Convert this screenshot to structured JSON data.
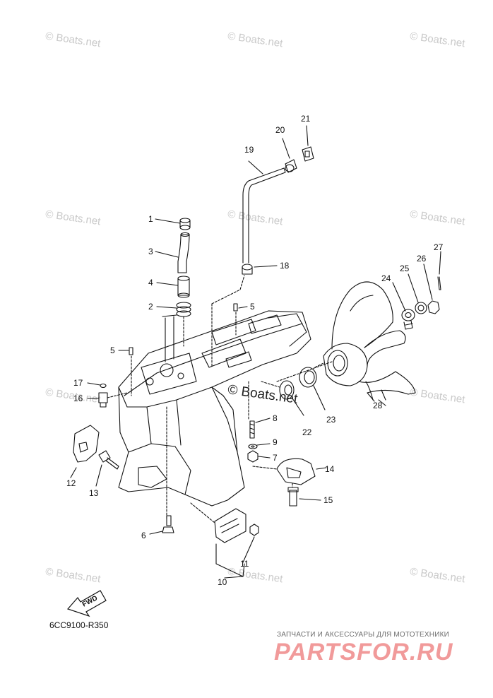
{
  "watermark": {
    "text": "© Boats.net",
    "center_text": "© Boats.net"
  },
  "callouts": [
    {
      "n": "1"
    },
    {
      "n": "2"
    },
    {
      "n": "3"
    },
    {
      "n": "4"
    },
    {
      "n": "5"
    },
    {
      "n": "5"
    },
    {
      "n": "6"
    },
    {
      "n": "7"
    },
    {
      "n": "8"
    },
    {
      "n": "9"
    },
    {
      "n": "10"
    },
    {
      "n": "11"
    },
    {
      "n": "12"
    },
    {
      "n": "13"
    },
    {
      "n": "14"
    },
    {
      "n": "15"
    },
    {
      "n": "16"
    },
    {
      "n": "17"
    },
    {
      "n": "18"
    },
    {
      "n": "19"
    },
    {
      "n": "20"
    },
    {
      "n": "21"
    },
    {
      "n": "22"
    },
    {
      "n": "23"
    },
    {
      "n": "24"
    },
    {
      "n": "25"
    },
    {
      "n": "26"
    },
    {
      "n": "27"
    },
    {
      "n": "28"
    }
  ],
  "fwd_label": "FWD",
  "diagram_code": "6CC9100-R350",
  "brand": {
    "tagline": "ЗАПЧАСТИ И АКСЕССУАРЫ ДЛЯ МОТОТЕХНИКИ",
    "logo": "PARTSFOR.RU"
  }
}
